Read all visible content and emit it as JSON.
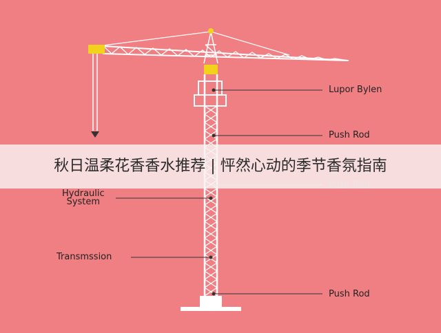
{
  "banner": {
    "title": "秋日温柔花香香水推荐 | 怦然心动的季节香氛指南"
  },
  "diagram": {
    "labels": {
      "lupor_bylen": "Lupor Bylen",
      "push_rod_1": "Push Rod",
      "push_rod_2": "Push Rod",
      "push_rod_3": "Push Rod",
      "hydraulic_line1": "Hydraulic",
      "hydraulic_line2": "System",
      "transmission": "Transmssion"
    }
  },
  "colors": {
    "background": "#f07f84",
    "structure": "#ffffff",
    "accent": "#f2d21c",
    "leader_line": "#333333",
    "banner": "#f8f2f2"
  }
}
